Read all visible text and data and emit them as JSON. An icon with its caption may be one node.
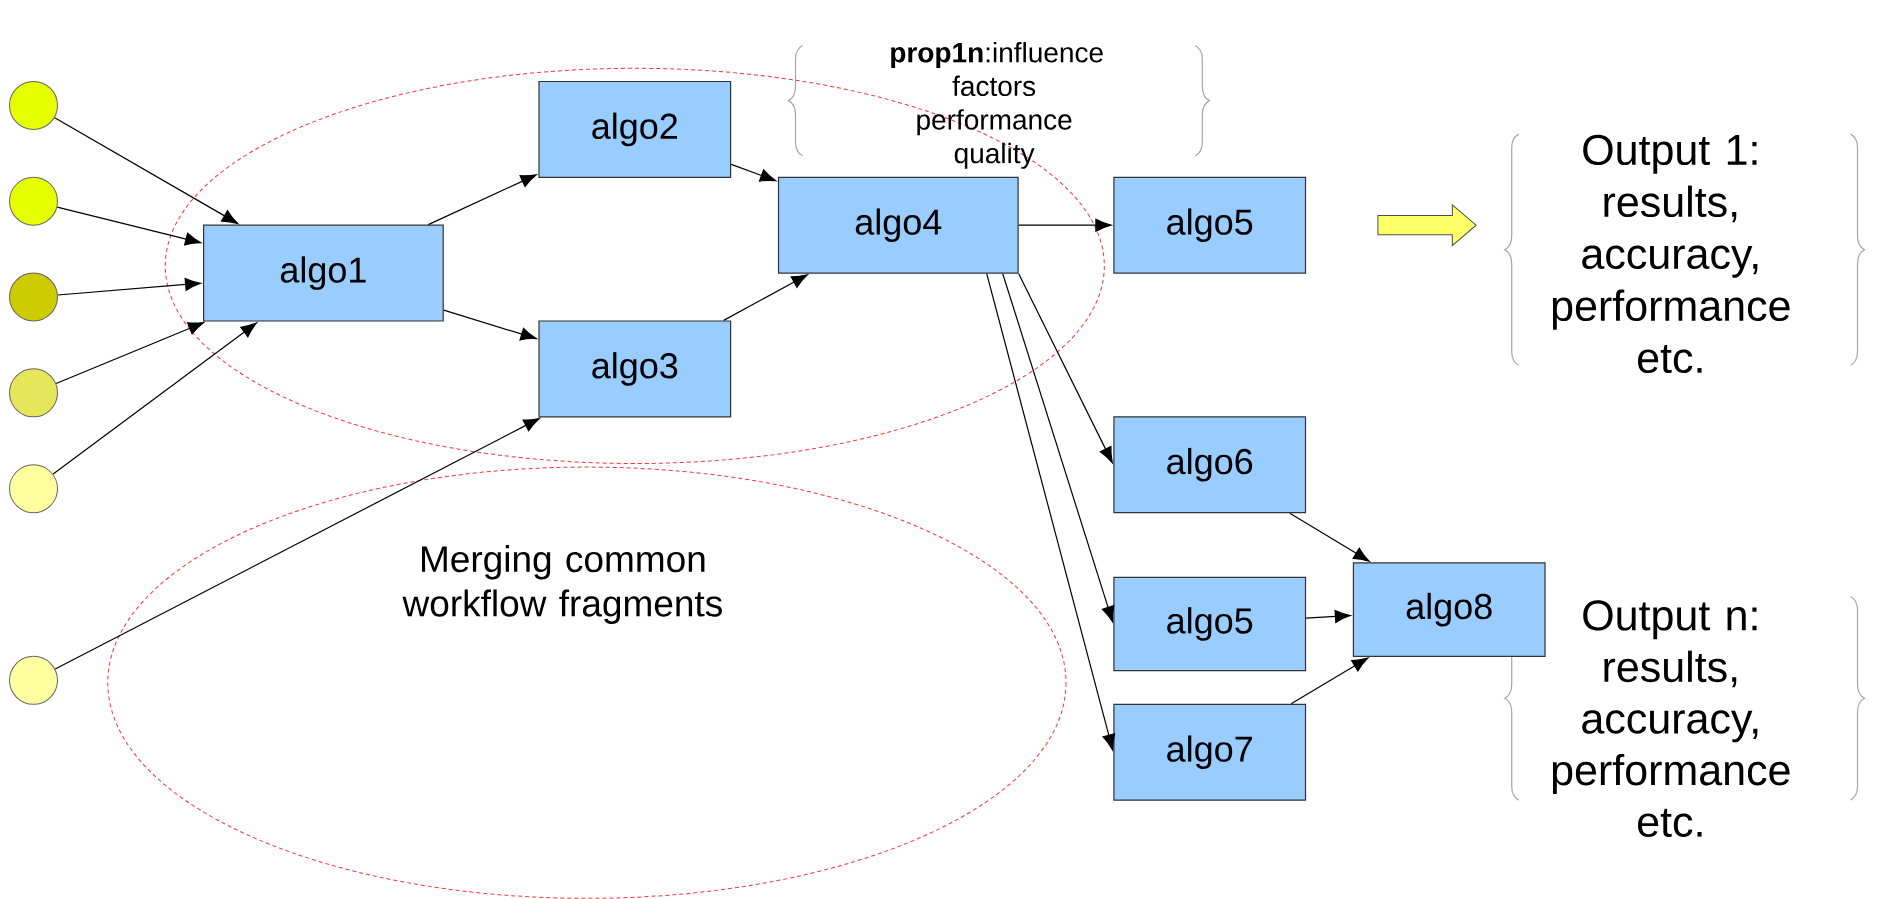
{
  "diagram": {
    "nodes": [
      {
        "text": [],
        "shape": "circle"
      },
      {
        "text": [],
        "shape": "circle"
      },
      {
        "text": [],
        "shape": "circle"
      },
      {
        "text": [],
        "shape": "circle"
      },
      {
        "text": [],
        "shape": "circle"
      },
      {
        "text": [],
        "shape": "circle"
      },
      {
        "text": [
          "algo1"
        ]
      },
      {
        "text": [
          "algo2"
        ]
      },
      {
        "text": [
          "algo3"
        ]
      },
      {
        "text": [
          "algo4"
        ]
      },
      {
        "text": [
          "algo5"
        ]
      },
      {
        "text": [
          "algo6"
        ]
      },
      {
        "text": [
          "algo5"
        ]
      },
      {
        "text": [
          "algo7"
        ]
      },
      {
        "text": [
          "algo8"
        ]
      },
      {
        "text": [
          "Output 1: results, accuracy, performance etc."
        ]
      }
    ],
    "edges": [
      {
        "from": 0,
        "to": 6,
        "arrow": "to"
      },
      {
        "from": 1,
        "to": 6,
        "arrow": "to"
      },
      {
        "from": 2,
        "to": 6,
        "arrow": "to"
      },
      {
        "from": 3,
        "to": 6,
        "arrow": "to"
      },
      {
        "from": 4,
        "to": 6,
        "arrow": "to"
      },
      {
        "from": 5,
        "to": 8,
        "arrow": "to"
      },
      {
        "from": 6,
        "to": 7,
        "arrow": "to"
      },
      {
        "from": 6,
        "to": 8,
        "arrow": "to"
      },
      {
        "from": 7,
        "to": 9,
        "arrow": "to"
      },
      {
        "from": 8,
        "to": 9,
        "arrow": "to"
      },
      {
        "from": 9,
        "to": 10,
        "arrow": "to"
      },
      {
        "from": 9,
        "to": 11,
        "arrow": "to"
      },
      {
        "from": 9,
        "to": 12,
        "arrow": "to"
      },
      {
        "from": 9,
        "to": 13,
        "arrow": "to"
      },
      {
        "from": 11,
        "to": 14,
        "arrow": "to"
      },
      {
        "from": 12,
        "to": 14,
        "arrow": "to"
      },
      {
        "from": 13,
        "to": 14,
        "arrow": "to"
      },
      {
        "from": 10,
        "to": 15,
        "arrow": "to",
        "style": "thick",
        "color": "#ffff66"
      }
    ],
    "labels": [
      "**prop1n**:influence factors performance quality",
      "Merging common workflow fragments",
      "Output n: results, accuracy, performance etc."
    ]
  }
}
